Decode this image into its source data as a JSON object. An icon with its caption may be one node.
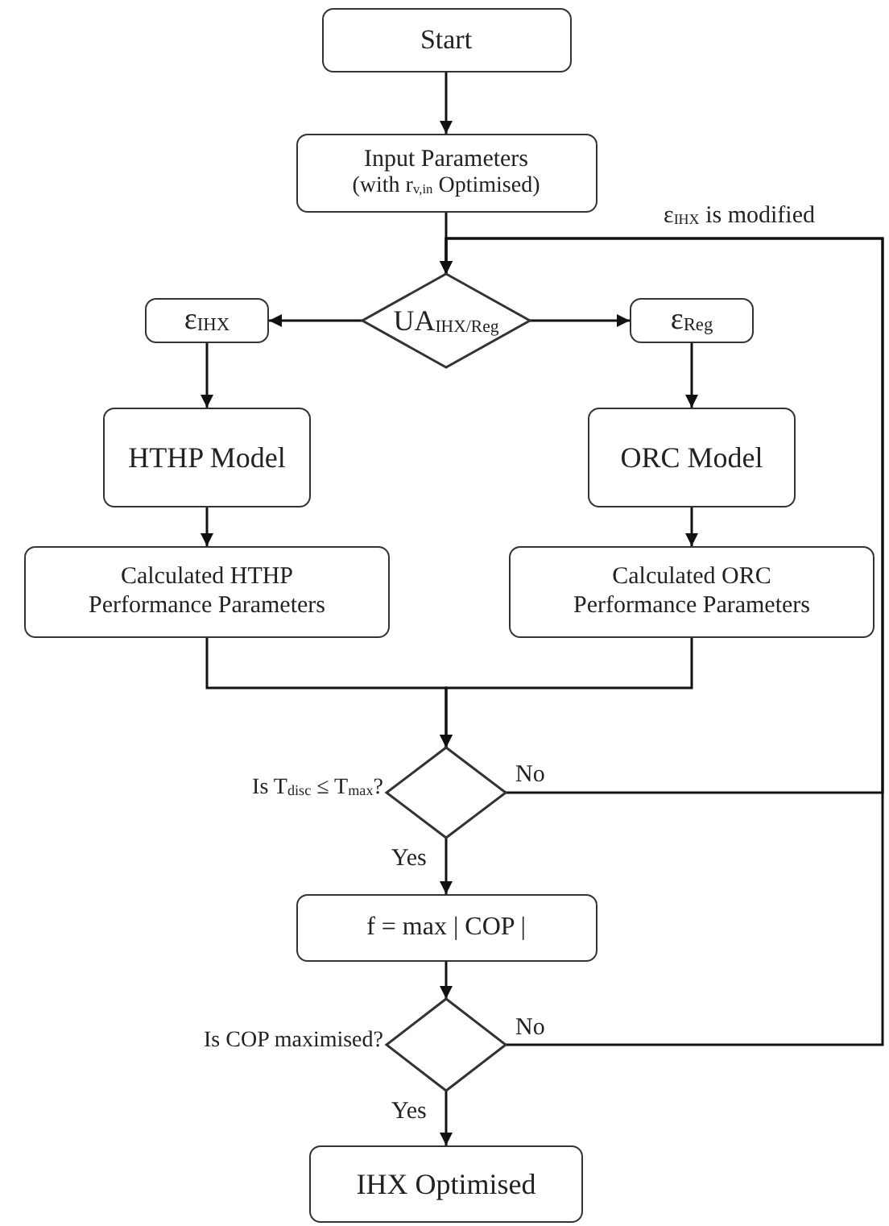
{
  "diagram": {
    "nodes": [
      {
        "text": [
          "Start"
        ]
      },
      {
        "text": [
          "Input Parameters",
          "(with r$_{v,in}$ Optimised)"
        ]
      },
      {
        "text": [
          "UA$_{IHX/Reg}$"
        ]
      },
      {
        "text": [
          "ε$_{IHX}$"
        ]
      },
      {
        "text": [
          "ε$_{Reg}$"
        ]
      },
      {
        "text": [
          "HTHP Model"
        ]
      },
      {
        "text": [
          "ORC Model"
        ]
      },
      {
        "text": [
          "Calculated HTHP Performance Parameters"
        ]
      },
      {
        "text": [
          "Calculated ORC Performance Parameters"
        ]
      },
      {
        "text": [],
        "shape": "diamond",
        "beside": [
          "Is T$_{disc}$ ≤ T$_{max}$?"
        ]
      },
      {
        "text": [
          "f = max | COP |"
        ]
      },
      {
        "text": [],
        "shape": "diamond",
        "beside": [
          "Is COP maximised?"
        ]
      },
      {
        "text": [
          "IHX Optimised"
        ]
      }
    ],
    "edges": [
      {
        "from": 0,
        "to": 1,
        "arrow": "to"
      },
      {
        "from": 1,
        "to": 2,
        "arrow": "to"
      },
      {
        "from": 2,
        "to": 3,
        "arrow": "to"
      },
      {
        "from": 2,
        "to": 4,
        "arrow": "to"
      },
      {
        "from": 3,
        "to": 5,
        "arrow": "to"
      },
      {
        "from": 4,
        "to": 6,
        "arrow": "to"
      },
      {
        "from": 5,
        "to": 7,
        "arrow": "to"
      },
      {
        "from": 6,
        "to": 8,
        "arrow": "to"
      },
      {
        "from": 7,
        "to": 9,
        "arrow": "to"
      },
      {
        "from": 8,
        "to": 9,
        "arrow": "to"
      },
      {
        "from": 9,
        "to": 10,
        "arrow": "to",
        "label": "Yes"
      },
      {
        "from": 10,
        "to": 11,
        "arrow": "to"
      },
      {
        "from": 11,
        "to": 12,
        "arrow": "to",
        "label": "Yes"
      },
      {
        "from": 9,
        "to": 2,
        "arrow": "to",
        "label": "No"
      },
      {
        "from": 11,
        "to": 2,
        "arrow": "to",
        "label": "No"
      }
    ],
    "labels": [
      "ε$_{IHX}$ is modified"
    ]
  }
}
